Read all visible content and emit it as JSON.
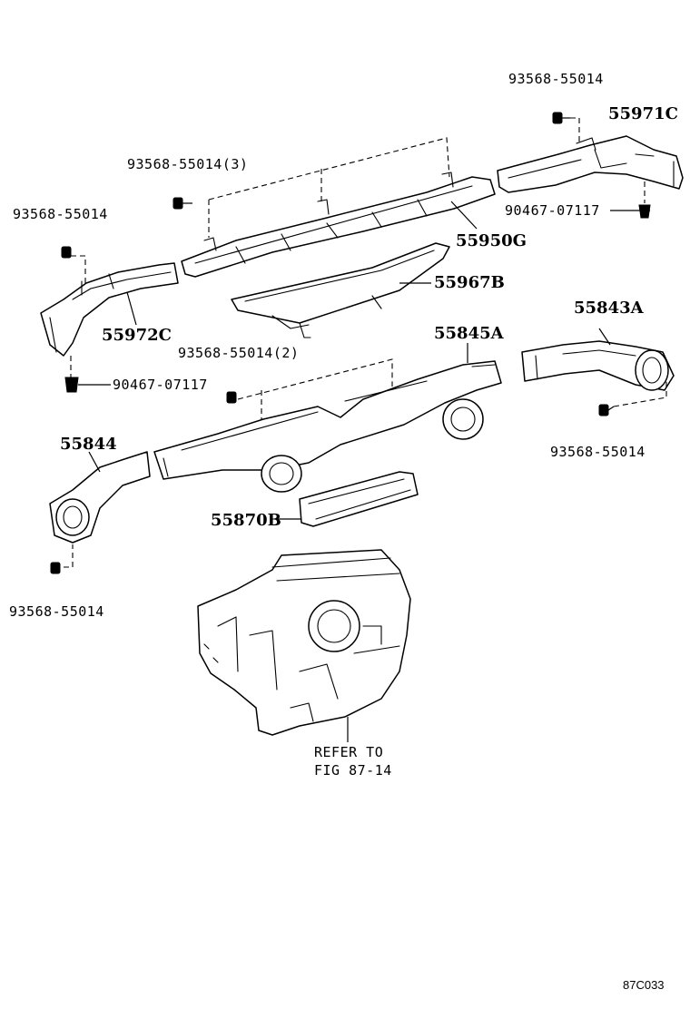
{
  "callouts": {
    "c1": "93568-55014",
    "c2": "55971C",
    "c3": "93568-55014(3)",
    "c4": "90467-07117",
    "c5": "93568-55014",
    "c6": "55950G",
    "c7": "55967B",
    "c8": "55972C",
    "c9": "55843A",
    "c10": "93568-55014(2)",
    "c11": "55845A",
    "c12": "90467-07117",
    "c13": "55844",
    "c14": "93568-55014",
    "c15": "55870B",
    "c16": "93568-55014",
    "refer_line1": "REFER TO",
    "refer_line2": "FIG 87-14"
  },
  "figure_code": "87C033"
}
